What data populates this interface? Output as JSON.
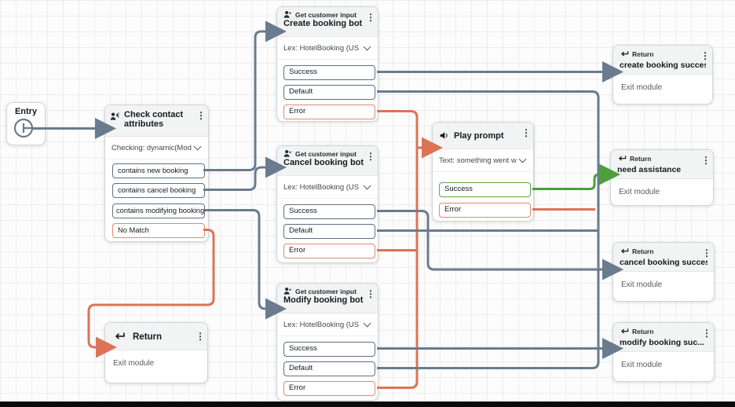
{
  "colors": {
    "wire_gray": "#6B7B8E",
    "wire_red": "#DB7456",
    "wire_green": "#4C9E3F",
    "pill_border_gray": "#5F7081",
    "pill_border_red": "#DF8A6F",
    "pill_border_green": "#5BA747",
    "node_header_bg": "#F2F3F3",
    "canvas_bg": "#FCFCFC",
    "grid_line": "#EDEDED"
  },
  "nodes": {
    "entry": {
      "label": "Entry"
    },
    "check_contact": {
      "title": "Check contact attributes",
      "config": "Checking: dynamic(Modul...",
      "branches": [
        "contains new booking",
        "contains cancel booking",
        "contains modifying booking",
        "No Match"
      ]
    },
    "create_bot": {
      "type_label": "Get customer input",
      "title": "Create booking bot",
      "config": "Lex: HotelBooking (US W...",
      "branches": [
        "Success",
        "Default",
        "Error"
      ]
    },
    "cancel_bot": {
      "type_label": "Get customer input",
      "title": "Cancel booking bot",
      "config": "Lex: HotelBooking (US W...",
      "branches": [
        "Success",
        "Default",
        "Error"
      ]
    },
    "modify_bot": {
      "type_label": "Get customer input",
      "title": "Modify booking bot",
      "config": "Lex: HotelBooking (US W...",
      "branches": [
        "Success",
        "Default",
        "Error"
      ]
    },
    "play_prompt": {
      "title": "Play prompt",
      "config": "Text: something went wr...",
      "branches": [
        "Success",
        "Error"
      ]
    },
    "return_create": {
      "type_label": "Return",
      "title": "create booking success",
      "body": "Exit module"
    },
    "return_need": {
      "type_label": "Return",
      "title": "need assistance",
      "body": "Exit module"
    },
    "return_cancel": {
      "type_label": "Return",
      "title": "cancel booking success",
      "body": "Exit module"
    },
    "return_modify": {
      "type_label": "Return",
      "title": "modify booking suc...",
      "body": "Exit module"
    },
    "return_exit": {
      "type_label": "Return",
      "body": "Exit module"
    }
  },
  "connections": [
    {
      "from": "Entry",
      "to": "Check contact attributes"
    },
    {
      "from": "Check contact attributes / contains new booking",
      "to": "Create booking bot"
    },
    {
      "from": "Check contact attributes / contains cancel booking",
      "to": "Cancel booking bot"
    },
    {
      "from": "Check contact attributes / contains modifying booking",
      "to": "Modify booking bot"
    },
    {
      "from": "Check contact attributes / No Match",
      "to": "Return (Exit module)"
    },
    {
      "from": "Create booking bot / Success",
      "to": "create booking success"
    },
    {
      "from": "Create booking bot / Default",
      "to": "need assistance"
    },
    {
      "from": "Create booking bot / Error",
      "to": "Play prompt"
    },
    {
      "from": "Cancel booking bot / Success",
      "to": "cancel booking success"
    },
    {
      "from": "Cancel booking bot / Default",
      "to": "need assistance"
    },
    {
      "from": "Cancel booking bot / Error",
      "to": "Play prompt"
    },
    {
      "from": "Modify booking bot / Success",
      "to": "modify booking suc..."
    },
    {
      "from": "Modify booking bot / Default",
      "to": "need assistance"
    },
    {
      "from": "Modify booking bot / Error",
      "to": "Play prompt"
    },
    {
      "from": "Play prompt / Success",
      "to": "need assistance"
    },
    {
      "from": "Play prompt / Error",
      "to": "need assistance"
    }
  ]
}
